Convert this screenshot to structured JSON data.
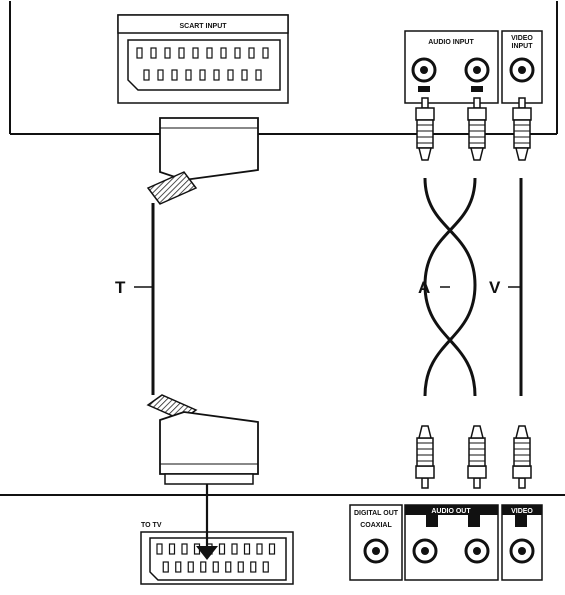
{
  "labels": {
    "scart_input": "SCART INPUT",
    "audio_input": "AUDIO INPUT",
    "video_input_line1": "VIDEO",
    "video_input_line2": "INPUT",
    "to_tv": "TO TV",
    "digital_out": "DIGITAL OUT",
    "coaxial": "COAXIAL",
    "audio_out": "AUDIO OUT",
    "video_out": "VIDEO",
    "cable_t": "T",
    "cable_a": "A",
    "cable_v": "V"
  }
}
